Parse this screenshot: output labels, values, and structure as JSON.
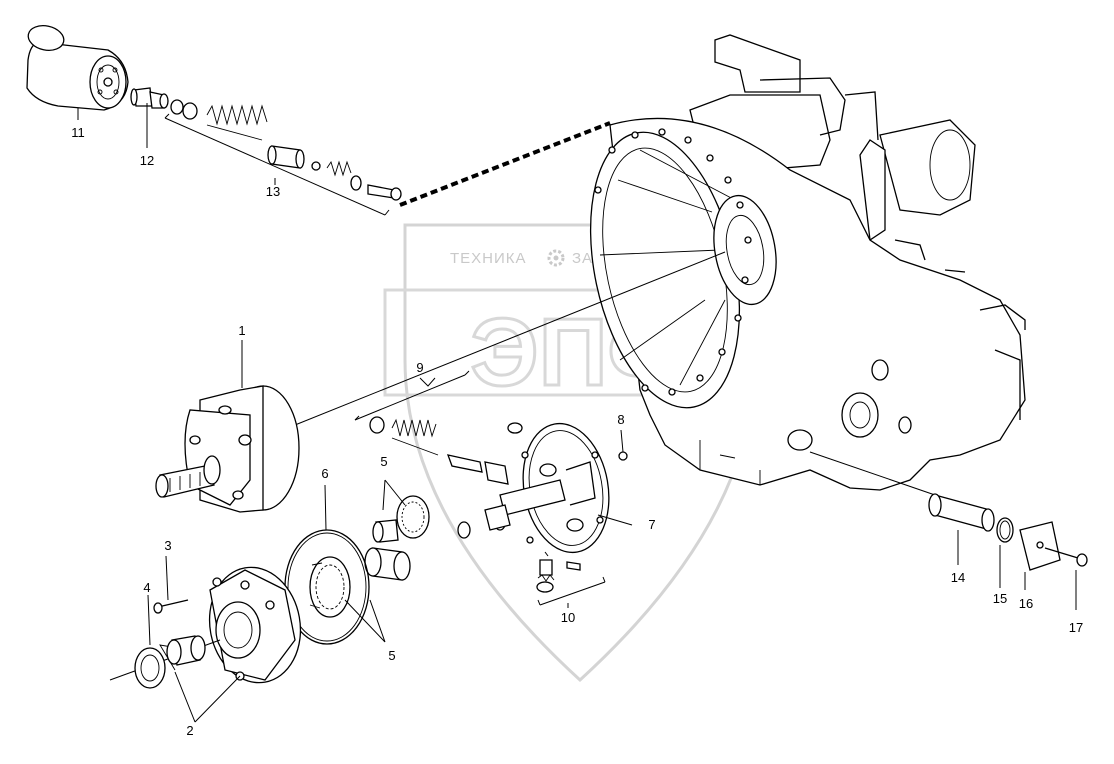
{
  "watermark": {
    "left_text": "ТЕХНИКА",
    "right_text": "ЗАПЧАСТИ",
    "logo_text": "ЭПФ",
    "gear_icon": "gear-icon"
  },
  "callouts": [
    {
      "id": "c1",
      "text": "1"
    },
    {
      "id": "c2",
      "text": "2"
    },
    {
      "id": "c3",
      "text": "3"
    },
    {
      "id": "c4",
      "text": "4"
    },
    {
      "id": "c5a",
      "text": "5"
    },
    {
      "id": "c5b",
      "text": "5"
    },
    {
      "id": "c6",
      "text": "6"
    },
    {
      "id": "c7",
      "text": "7"
    },
    {
      "id": "c8",
      "text": "8"
    },
    {
      "id": "c9",
      "text": "9"
    },
    {
      "id": "c10",
      "text": "10"
    },
    {
      "id": "c11",
      "text": "11"
    },
    {
      "id": "c12",
      "text": "12"
    },
    {
      "id": "c13",
      "text": "13"
    },
    {
      "id": "c14",
      "text": "14"
    },
    {
      "id": "c15",
      "text": "15"
    },
    {
      "id": "c16",
      "text": "16"
    },
    {
      "id": "c17",
      "text": "17"
    }
  ]
}
